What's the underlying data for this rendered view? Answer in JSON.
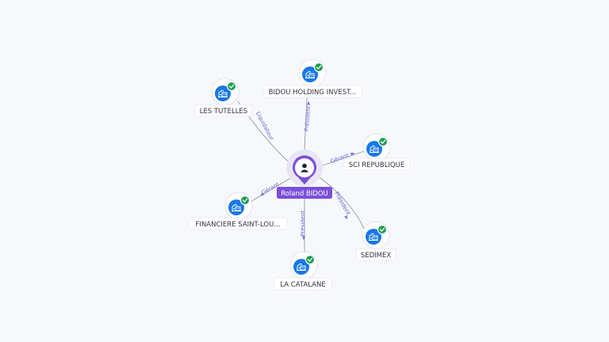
{
  "center": {
    "label": "Roland BIDOU",
    "icon": "person-icon",
    "color": "#7b4fd9"
  },
  "nodes": [
    {
      "id": "bidou-holding",
      "label": "BIDOU HOLDING INVEST...",
      "edge_label": "Président",
      "icon": "building-icon",
      "verified": true
    },
    {
      "id": "les-tutelles",
      "label": "LES TUTELLES",
      "edge_label": "Liquidateur",
      "icon": "building-icon",
      "verified": true
    },
    {
      "id": "sci-republique",
      "label": "SCI REPUBLIQUE",
      "edge_label": "Gérant",
      "icon": "building-icon",
      "verified": true
    },
    {
      "id": "financiere-saint-lou",
      "label": "FINANCIERE SAINT-LOU...",
      "edge_label": "Gérant",
      "icon": "building-icon",
      "verified": true
    },
    {
      "id": "sedimex",
      "label": "SEDIMEX",
      "edge_label": "Président",
      "icon": "building-icon",
      "verified": true
    },
    {
      "id": "la-catalane",
      "label": "LA CATALANE",
      "edge_label": "Président",
      "icon": "building-icon",
      "verified": true
    }
  ],
  "colors": {
    "company_node": "#1877e8",
    "verified_badge": "#1f9c52",
    "person_pin": "#7b4fd9",
    "edge_label": "#6f63d8"
  }
}
